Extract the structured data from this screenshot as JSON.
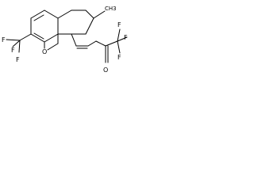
{
  "diagram": {
    "type": "chemical-structure",
    "atoms": {
      "methyl": "CH3",
      "oxygen_ring": "O",
      "oxygen_ketone": "O",
      "fluorine_left": "F",
      "fluorine_tl": "F",
      "fluorine_bl": "F",
      "fluorine_r": "F",
      "fluorine_rt": "F",
      "fluorine_rb": "F"
    }
  }
}
